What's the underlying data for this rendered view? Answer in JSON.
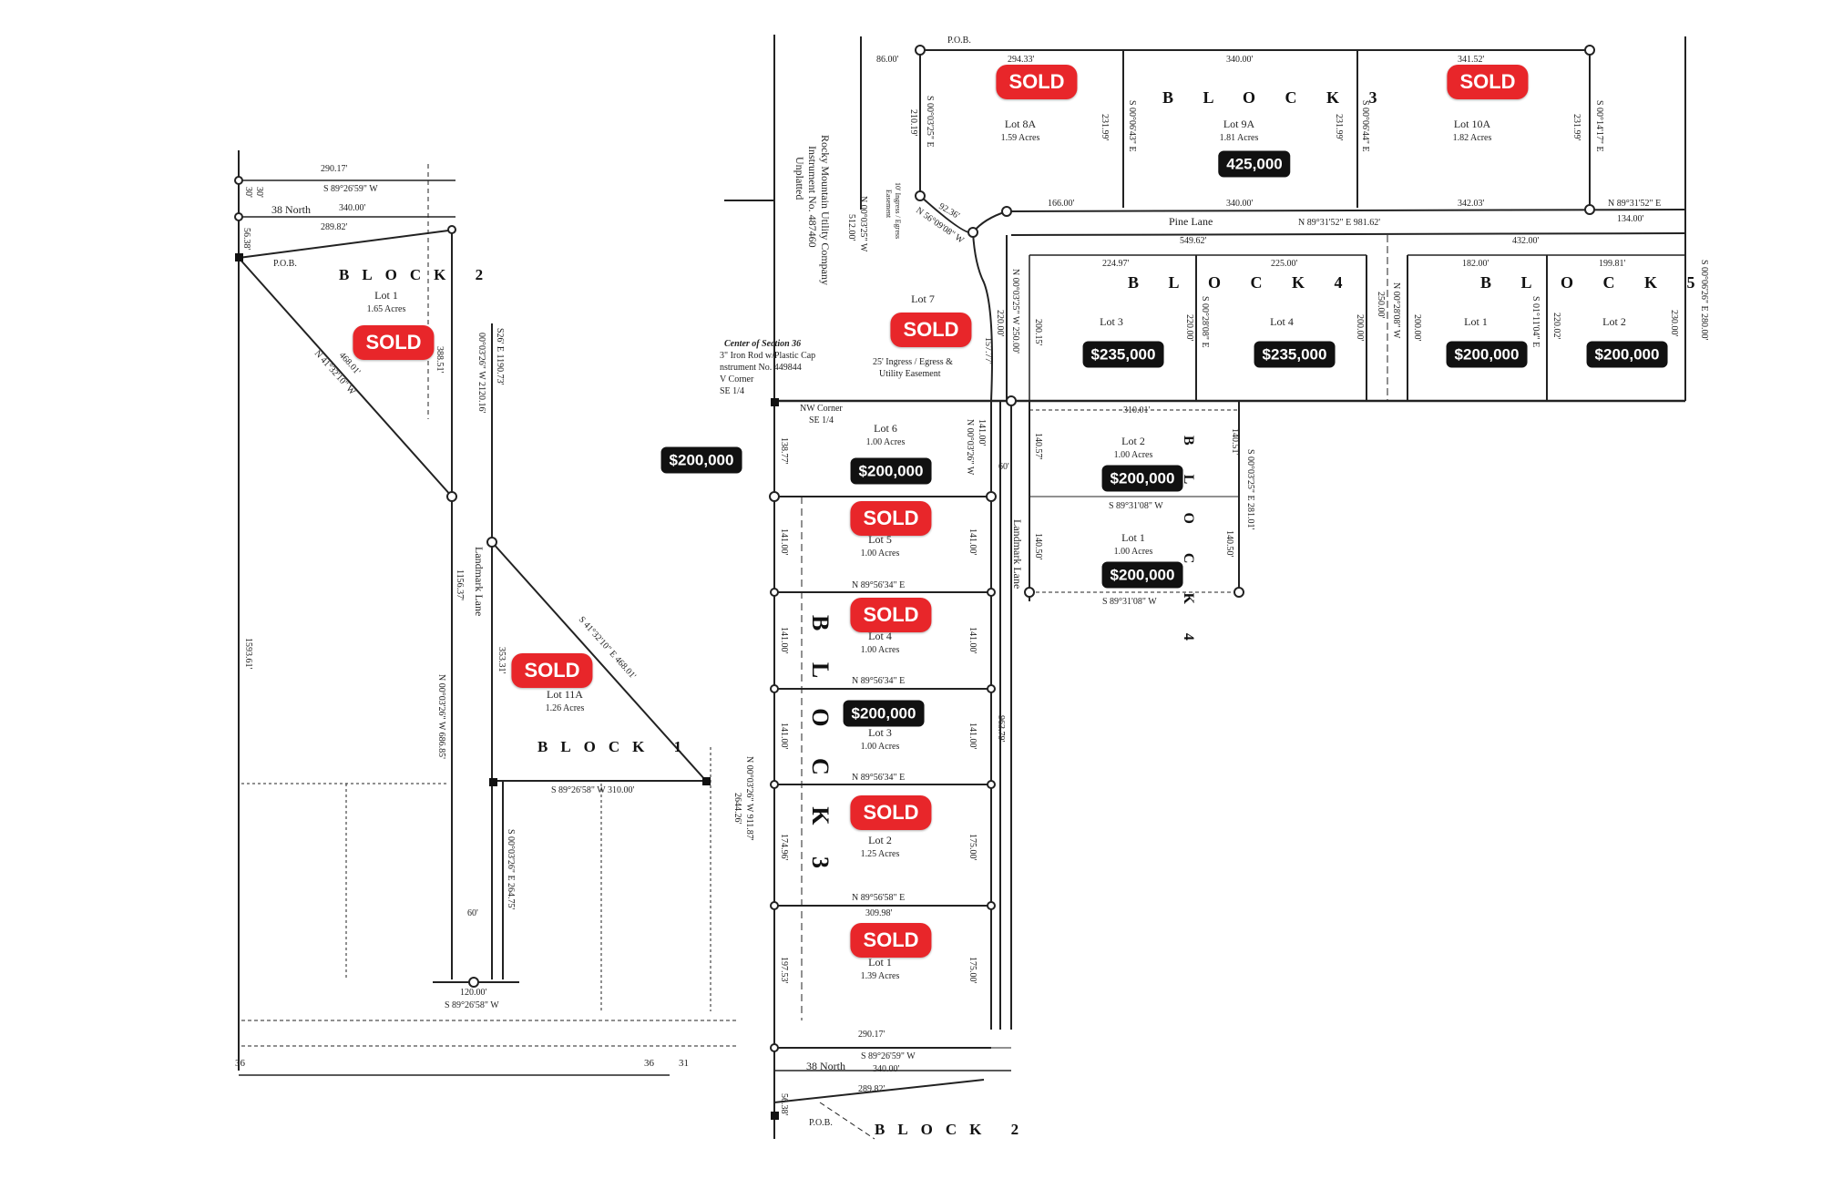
{
  "status_colors": {
    "sold": "#e8262a",
    "price": "#111111"
  },
  "badges": {
    "sold": "SOLD",
    "b2_lot1": "SOLD",
    "b1_lot11a": "SOLD",
    "b3_lot8a": "SOLD",
    "b3_lot10a": "SOLD",
    "b3_lot9a": "425,000",
    "b3_lot7": "SOLD",
    "b4_lot3": "$235,000",
    "b4_lot4": "$235,000",
    "b5_lot1": "$200,000",
    "b5_lot2": "$200,000",
    "standalone": "$200,000",
    "b3_lot6": "$200,000",
    "b3_lot5": "SOLD",
    "b3_lot4": "SOLD",
    "b3_lot3": "$200,000",
    "b3_lot2": "SOLD",
    "b3_lot1": "SOLD",
    "b4s_lot2": "$200,000",
    "b4s_lot1": "$200,000"
  },
  "blocks": {
    "block2": "BLOCK 2",
    "block1": "BLOCK 1",
    "block3_top": "B L O C K 3",
    "block4_top": "B L O C K 4",
    "block5_top": "B L O C K 5",
    "block3_vert": "B L O C K 3",
    "block4_vert": "B L O C K 4",
    "block2_bottom": "BLOCK 2"
  },
  "lots": {
    "b2_lot1": {
      "name": "Lot 1",
      "acres": "1.65 Acres"
    },
    "b1_lot11a": {
      "name": "Lot 11A",
      "acres": "1.26 Acres"
    },
    "b3_lot8a": {
      "name": "Lot 8A",
      "acres": "1.59 Acres"
    },
    "b3_lot9a": {
      "name": "Lot 9A",
      "acres": "1.81 Acres"
    },
    "b3_lot10a": {
      "name": "Lot 10A",
      "acres": "1.82 Acres"
    },
    "b3_lot7": {
      "name": "Lot 7"
    },
    "b4_lot3": {
      "name": "Lot 3"
    },
    "b4_lot4": {
      "name": "Lot 4"
    },
    "b5_lot1": {
      "name": "Lot 1"
    },
    "b5_lot2": {
      "name": "Lot 2"
    },
    "b3_lot6": {
      "name": "Lot 6",
      "acres": "1.00 Acres"
    },
    "b3_lot5": {
      "name": "Lot 5",
      "acres": "1.00 Acres"
    },
    "b3_lot4": {
      "name": "Lot 4",
      "acres": "1.00 Acres"
    },
    "b3_lot3": {
      "name": "Lot 3",
      "acres": "1.00 Acres"
    },
    "b3_lot2": {
      "name": "Lot 2",
      "acres": "1.25 Acres"
    },
    "b3_lot1": {
      "name": "Lot 1",
      "acres": "1.39 Acres"
    },
    "b4s_lot2": {
      "name": "Lot 2",
      "acres": "1.00 Acres"
    },
    "b4s_lot1": {
      "name": "Lot 1",
      "acres": "1.00 Acres"
    }
  },
  "roads": {
    "pine_lane": "Pine Lane",
    "landmark_lane_left": "Landmark Lane",
    "landmark_lane_right": "Landmark Lane",
    "north38_left": "38 North",
    "north38_bottom": "38 North"
  },
  "labels": {
    "pob_left": "P.O.B.",
    "pob_top": "P.O.B.",
    "pob_bottom": "P.O.B.",
    "nw_corner": "NW Corner",
    "se_quarter": "SE 1/4",
    "center_section": "Center of Section 36",
    "iron_rod": "3\" Iron Rod w/Plastic Cap",
    "instrument": "nstrument No. 449844",
    "v_corner": "V Corner",
    "se_quarter2": "SE 1/4",
    "rmuc_1": "Rocky Mountain Utility Company",
    "rmuc_2": "Instrument No. 487460",
    "rmuc_3": "Unplatted",
    "easement_25": "25' Ingress / Egress &",
    "easement_25b": "Utility Easement",
    "easement_10": "10' Ingress / Egress",
    "easement_10b": "Easement",
    "sec_36_left": "36",
    "sec_36_right": "36",
    "sec_31": "31"
  },
  "dims": {
    "d1": "290.17'",
    "d2": "S 89°26'59\" W",
    "d3": "340.00'",
    "d4": "289.82'",
    "d5": "56.38'",
    "d6": "468.01'",
    "d7": "N 41°32'10\" W",
    "d8": "388.51'",
    "d9": "1156.37'",
    "d10": "N 00°03'26\" W 686.85'",
    "d11": "1593.61'",
    "d12": "S 41°32'10\" E 468.01'",
    "d13": "353.31'",
    "d14": "S 89°26'58\" W 310.00'",
    "d15": "S 00°03'26\" E 264.75'",
    "d16": "120.00'",
    "d17": "S 89°26'58\" W",
    "d18": "00°03'26\" W 2120.16'",
    "d19": "S26' E 1190.73'",
    "d20": "60'",
    "d21": "30'",
    "d22": "30'",
    "t1": "86.00'",
    "t2": "294.33'",
    "t3": "340.00'",
    "t4": "341.52'",
    "t5": "210.19'",
    "t6": "S 00°03'25\" E",
    "t7": "231.99'",
    "t8": "S 00°06'43\" E",
    "t9": "231.99'",
    "t10": "S 00°06'44\" E",
    "t11": "231.99'",
    "t12": "S 00°14'17\" E",
    "t13": "166.00'",
    "t14": "340.00'",
    "t15": "342.03'",
    "t16": "N 89°31'52\" E",
    "t17": "N 89°31'52\" E 981.62'",
    "t18": "549.62'",
    "t19": "432.00'",
    "t20": "134.00'",
    "t21": "92.36'",
    "t22": "N 56°09'08\" W",
    "t23": "N 00°03'25\" W",
    "t24": "512.00'",
    "t25": "224.97'",
    "t26": "225.00'",
    "t27": "182.00'",
    "t28": "199.81'",
    "t29": "N 00°03'25\" W 250.00'",
    "t30": "220.00'",
    "t31": "200.15'",
    "t32": "220.00'",
    "t33": "S 00°28'08\" E",
    "t34": "200.00'",
    "t35": "N 00°28'08\" W",
    "t36": "250.00'",
    "t37": "200.00'",
    "t38": "S 01°11'04\" E",
    "t39": "220.02'",
    "t40": "S 00°06'26\" E 280.00'",
    "t41": "230.00'",
    "t42": "157.77'",
    "m1": "310.01'",
    "m2": "138.77'",
    "m3": "141.00'",
    "m4": "N 00°03'26\" W",
    "m5": "140.57'",
    "m6": "140.51'",
    "m7": "S 00°03'25\" E 281.01'",
    "m8": "S 89°31'08\" W",
    "m9": "140.50'",
    "m10": "140.50'",
    "m11": "S 89°31'08\" W",
    "m12": "141.00'",
    "m13": "141.00'",
    "m14": "N 89°56'34\" E",
    "m15": "141.00'",
    "m16": "141.00'",
    "m17": "N 89°56'34\" E",
    "m18": "141.00'",
    "m19": "141.00'",
    "m20": "963.79'",
    "m21": "N 89°56'34\" E",
    "m22": "174.96'",
    "m23": "175.00'",
    "m24": "N 89°56'58\" E",
    "m25": "309.98'",
    "m26": "197.53'",
    "m27": "175.00'",
    "m28": "290.17'",
    "m29": "S 89°26'59\" W",
    "m30": "340.00'",
    "m31": "289.82'",
    "m32": "56.38'",
    "m33": "N 00°03'26\" W 911.87'",
    "m34": "2644.26'",
    "m35": "60'"
  }
}
